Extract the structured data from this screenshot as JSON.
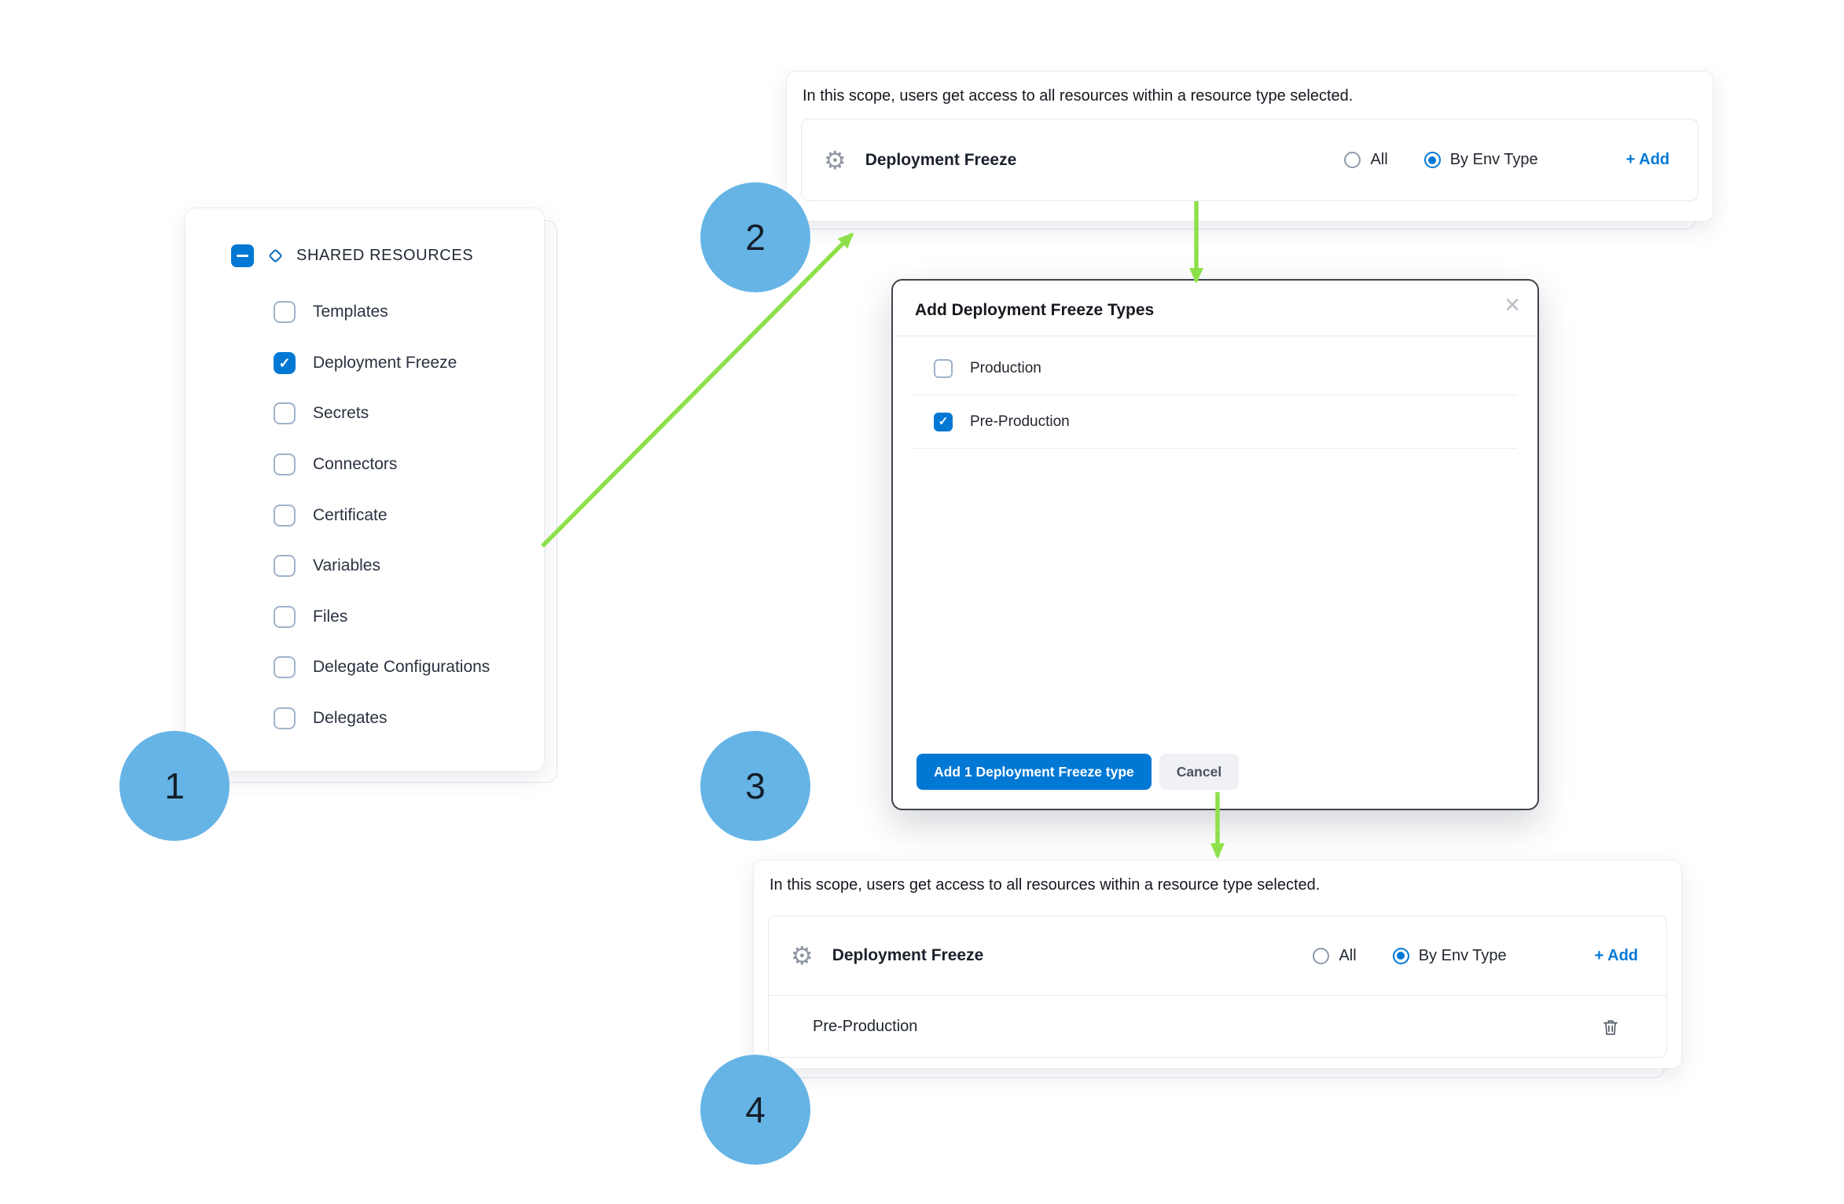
{
  "icons": {
    "gear": "⚙",
    "close": "×",
    "check": "✓"
  },
  "badges": [
    "1",
    "2",
    "3",
    "4"
  ],
  "colors": {
    "primary": "#0278d5",
    "arrow": "#8ee04b",
    "badge": "#66b4e6"
  },
  "panel1": {
    "header": "SHARED RESOURCES",
    "items": [
      {
        "label": "Templates",
        "checked": false
      },
      {
        "label": "Deployment Freeze",
        "checked": true
      },
      {
        "label": "Secrets",
        "checked": false
      },
      {
        "label": "Connectors",
        "checked": false
      },
      {
        "label": "Certificate",
        "checked": false
      },
      {
        "label": "Variables",
        "checked": false
      },
      {
        "label": "Files",
        "checked": false
      },
      {
        "label": "Delegate Configurations",
        "checked": false
      },
      {
        "label": "Delegates",
        "checked": false
      }
    ]
  },
  "panel2": {
    "description": "In this scope, users get access to all resources within a resource type selected.",
    "resource_label": "Deployment Freeze",
    "radio_all": "All",
    "radio_by_env": "By Env Type",
    "add_label": "+ Add"
  },
  "modal": {
    "title": "Add Deployment Freeze Types",
    "options": [
      {
        "label": "Production",
        "checked": false
      },
      {
        "label": "Pre-Production",
        "checked": true
      }
    ],
    "confirm_label": "Add 1 Deployment Freeze type",
    "cancel_label": "Cancel"
  },
  "panel4": {
    "description": "In this scope, users get access to all resources within a resource type selected.",
    "resource_label": "Deployment Freeze",
    "radio_all": "All",
    "radio_by_env": "By Env Type",
    "add_label": "+ Add",
    "selected_item": "Pre-Production"
  }
}
